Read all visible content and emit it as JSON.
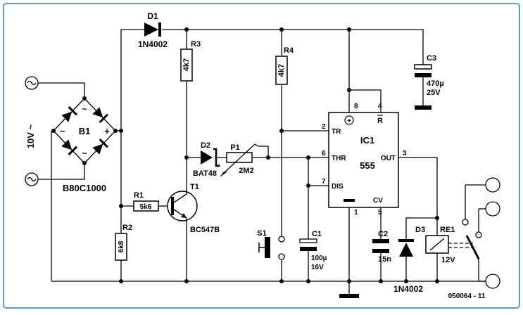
{
  "colors": {
    "border": "#5b9bd5",
    "background": "#ffffff",
    "ink": "#000000",
    "component_fill": "#ffffff"
  },
  "labels": {
    "d1_name": "D1",
    "d1_value": "1N4002",
    "r3_name": "R3",
    "r3_value": "4k7",
    "r4_name": "R4",
    "r4_value": "4k7",
    "c3_name": "C3",
    "c3_value1": "470µ",
    "c3_value2": "25V",
    "b1_name": "B1",
    "b1_minus": "−",
    "b1_plus": "+",
    "b1_tilde_top": "~",
    "b1_tilde_bottom": "~",
    "b1_value": "B80C1000",
    "supply": "10V ~",
    "d2_name": "D2",
    "d2_value": "BAT48",
    "p1_name": "P1",
    "p1_value": "2M2",
    "r1_name": "R1",
    "r1_value": "5k6",
    "t1_name": "T1",
    "t1_value": "BC547B",
    "r2_name": "R2",
    "r2_value": "6k8",
    "s1_name": "S1",
    "c1_name": "C1",
    "c1_value1": "100µ",
    "c1_value2": "16V",
    "c2_name": "C2",
    "c2_value": "15n",
    "d3_name": "D3",
    "d3_value": "1N4002",
    "re1_name": "RE1",
    "re1_value": "12V",
    "ic_name": "IC1",
    "ic_type": "555",
    "pin8": "8",
    "pin4": "4",
    "pin2": "2",
    "pin6": "6",
    "pin7": "7",
    "pin3": "3",
    "pin1": "1",
    "pin5": "5",
    "tr": "TR",
    "thr": "THR",
    "dis": "DIS",
    "out": "OUT",
    "cv": "CV",
    "rst": "R",
    "vcc_symbol": "+",
    "figure_code": "050064 - 11"
  }
}
